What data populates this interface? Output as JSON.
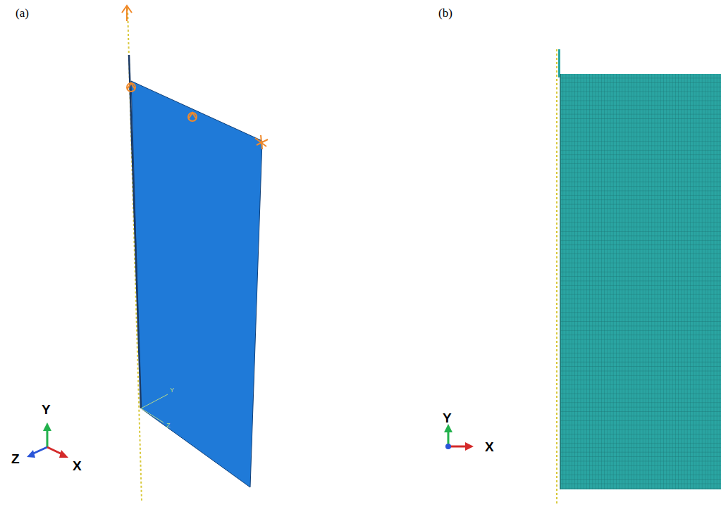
{
  "diagram": {
    "labels": [
      "(a)",
      "(b)",
      "Y",
      "Z",
      "X",
      "Y",
      "X",
      "Y",
      "Z"
    ]
  }
}
